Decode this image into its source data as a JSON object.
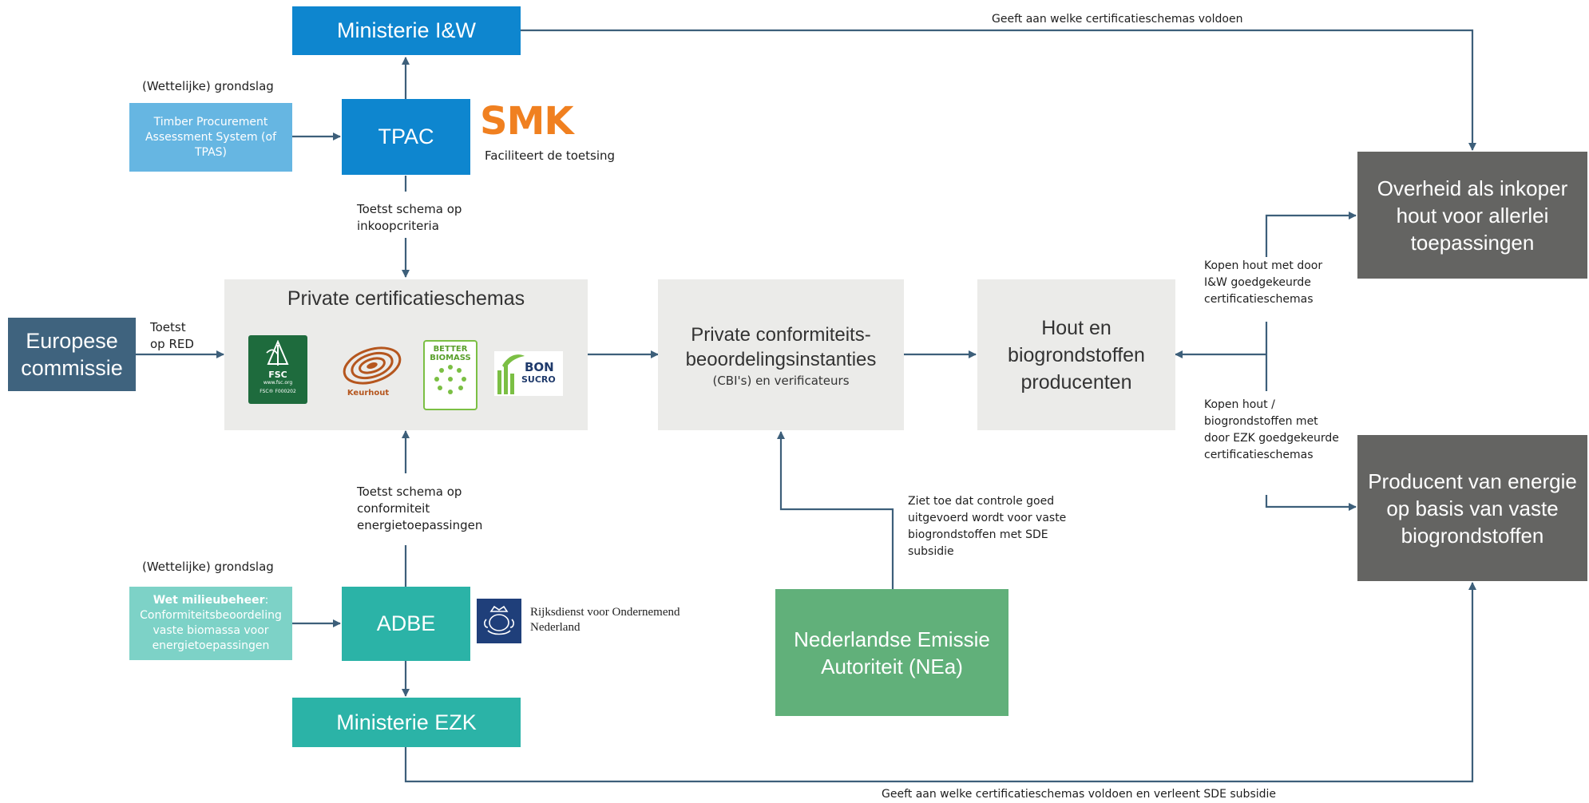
{
  "boxes": {
    "ministerie_iw": "Ministerie I&W",
    "tpac": "TPAC",
    "tpas": "Timber Procurement Assessment System (of TPAS)",
    "smk_logo": "SMK",
    "smk_caption": "Faciliteert de toetsing",
    "europese_commissie": "Europese commissie",
    "private_schemas": "Private certificatieschemas",
    "cbi_title": "Private conformiteits-beoordelingsinstanties",
    "cbi_sub": "(CBI's) en verificateurs",
    "producers": "Hout en biogrondstoffen producenten",
    "overheid": "Overheid als inkoper hout voor allerlei toepassingen",
    "producent_energie": "Producent van energie op basis van vaste biogrondstoffen",
    "adbe": "ADBE",
    "wet_bold": "Wet milieubeheer",
    "wet_rest": "Conformiteitsbeoordeling vaste biomassa voor energietoepassingen",
    "ministerie_ezk": "Ministerie EZK",
    "nea": "Nederlandse Emissie Autoriteit (NEa)",
    "rvo": "Rijksdienst voor Ondernemend Nederland"
  },
  "logos": {
    "fsc": "FSC",
    "fsc_url": "www.fsc.org",
    "fsc_code": "FSC® F000202",
    "keurhout": "Keurhout",
    "better_biomass_1": "BETTER",
    "better_biomass_2": "BIOMASS",
    "bonsucro_1": "BON",
    "bonsucro_2": "SUCRO"
  },
  "labels": {
    "grondslag_top": "(Wettelijke) grondslag",
    "grondslag_bottom": "(Wettelijke) grondslag",
    "toetst_inkoop": "Toetst schema op inkoopcriteria",
    "toetst_red": "Toetst op RED",
    "toetst_energie": "Toetst schema  op conformiteit energietoepassingen",
    "geeft_top": "Geeft aan welke certificatieschemas voldoen",
    "geeft_bottom": "Geeft aan welke certificatieschemas voldoen en verleent SDE subsidie",
    "kopen_iw": "Kopen hout met door I&W goedgekeurde certificatieschemas",
    "kopen_ezk": "Kopen hout / biogrondstoffen met door EZK goedgekeurde certificatieschemas",
    "ziet_toe": "Ziet toe dat controle goed uitgevoerd wordt voor vaste biogrondstoffen met SDE subsidie"
  },
  "colors": {
    "ministerie_blue": "#0e86cf",
    "tpas_lightblue": "#66b6e2",
    "adbe_teal": "#2bb3a7",
    "wet_lightteal": "#7dd2c7",
    "grey_box": "#ebebe9",
    "dark_box": "#646462",
    "navy_box": "#3f637e",
    "nea_green": "#61b07a",
    "arrow": "#3d5f7a",
    "smk_orange": "#f08020"
  }
}
